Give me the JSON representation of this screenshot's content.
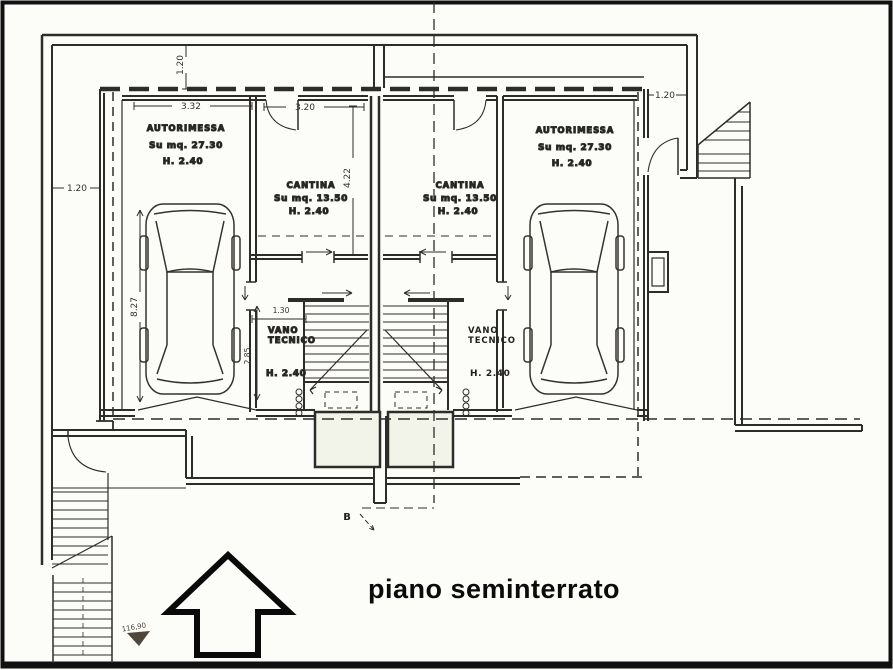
{
  "annotations": {
    "floor_title": "piano seminterrato",
    "section_marker": "B",
    "elevation_quote": "116,90"
  },
  "rooms": {
    "garage_left": {
      "name": "AUTORIMESSA",
      "area": "Su mq. 27.30",
      "height": "H. 2.40"
    },
    "garage_right": {
      "name": "AUTORIMESSA",
      "area": "Su mq. 27.30",
      "height": "H. 2.40"
    },
    "cantina_left": {
      "name": "CANTINA",
      "area": "Su mq. 13.50",
      "height": "H. 2.40"
    },
    "cantina_right": {
      "name": "CANTINA",
      "area": "Su mq. 13.50",
      "height": "H. 2.40"
    },
    "vano_tecnico_left": {
      "name_line1": "VANO",
      "name_line2": "TECNICO",
      "height": "H. 2.40"
    },
    "vano_tecnico_right": {
      "name_line1": "VANO",
      "name_line2": "TECNICO",
      "height": "H. 2.40"
    }
  },
  "dimensions": {
    "top_setback": "1.20",
    "left_setback": "1.20",
    "right_setback": "1.20",
    "garage_width": "3.32",
    "cantina_width": "3.20",
    "cantina_depth": "4.22",
    "garage_depth": "8.27",
    "vano_width": "1.30",
    "vano_depth": "2.85"
  },
  "colors": {
    "line": "#2e2c28",
    "paper": "#fcfcf8",
    "lightwell_fill": "#f2f3e9",
    "elevation_triangle": "#4f463c"
  }
}
